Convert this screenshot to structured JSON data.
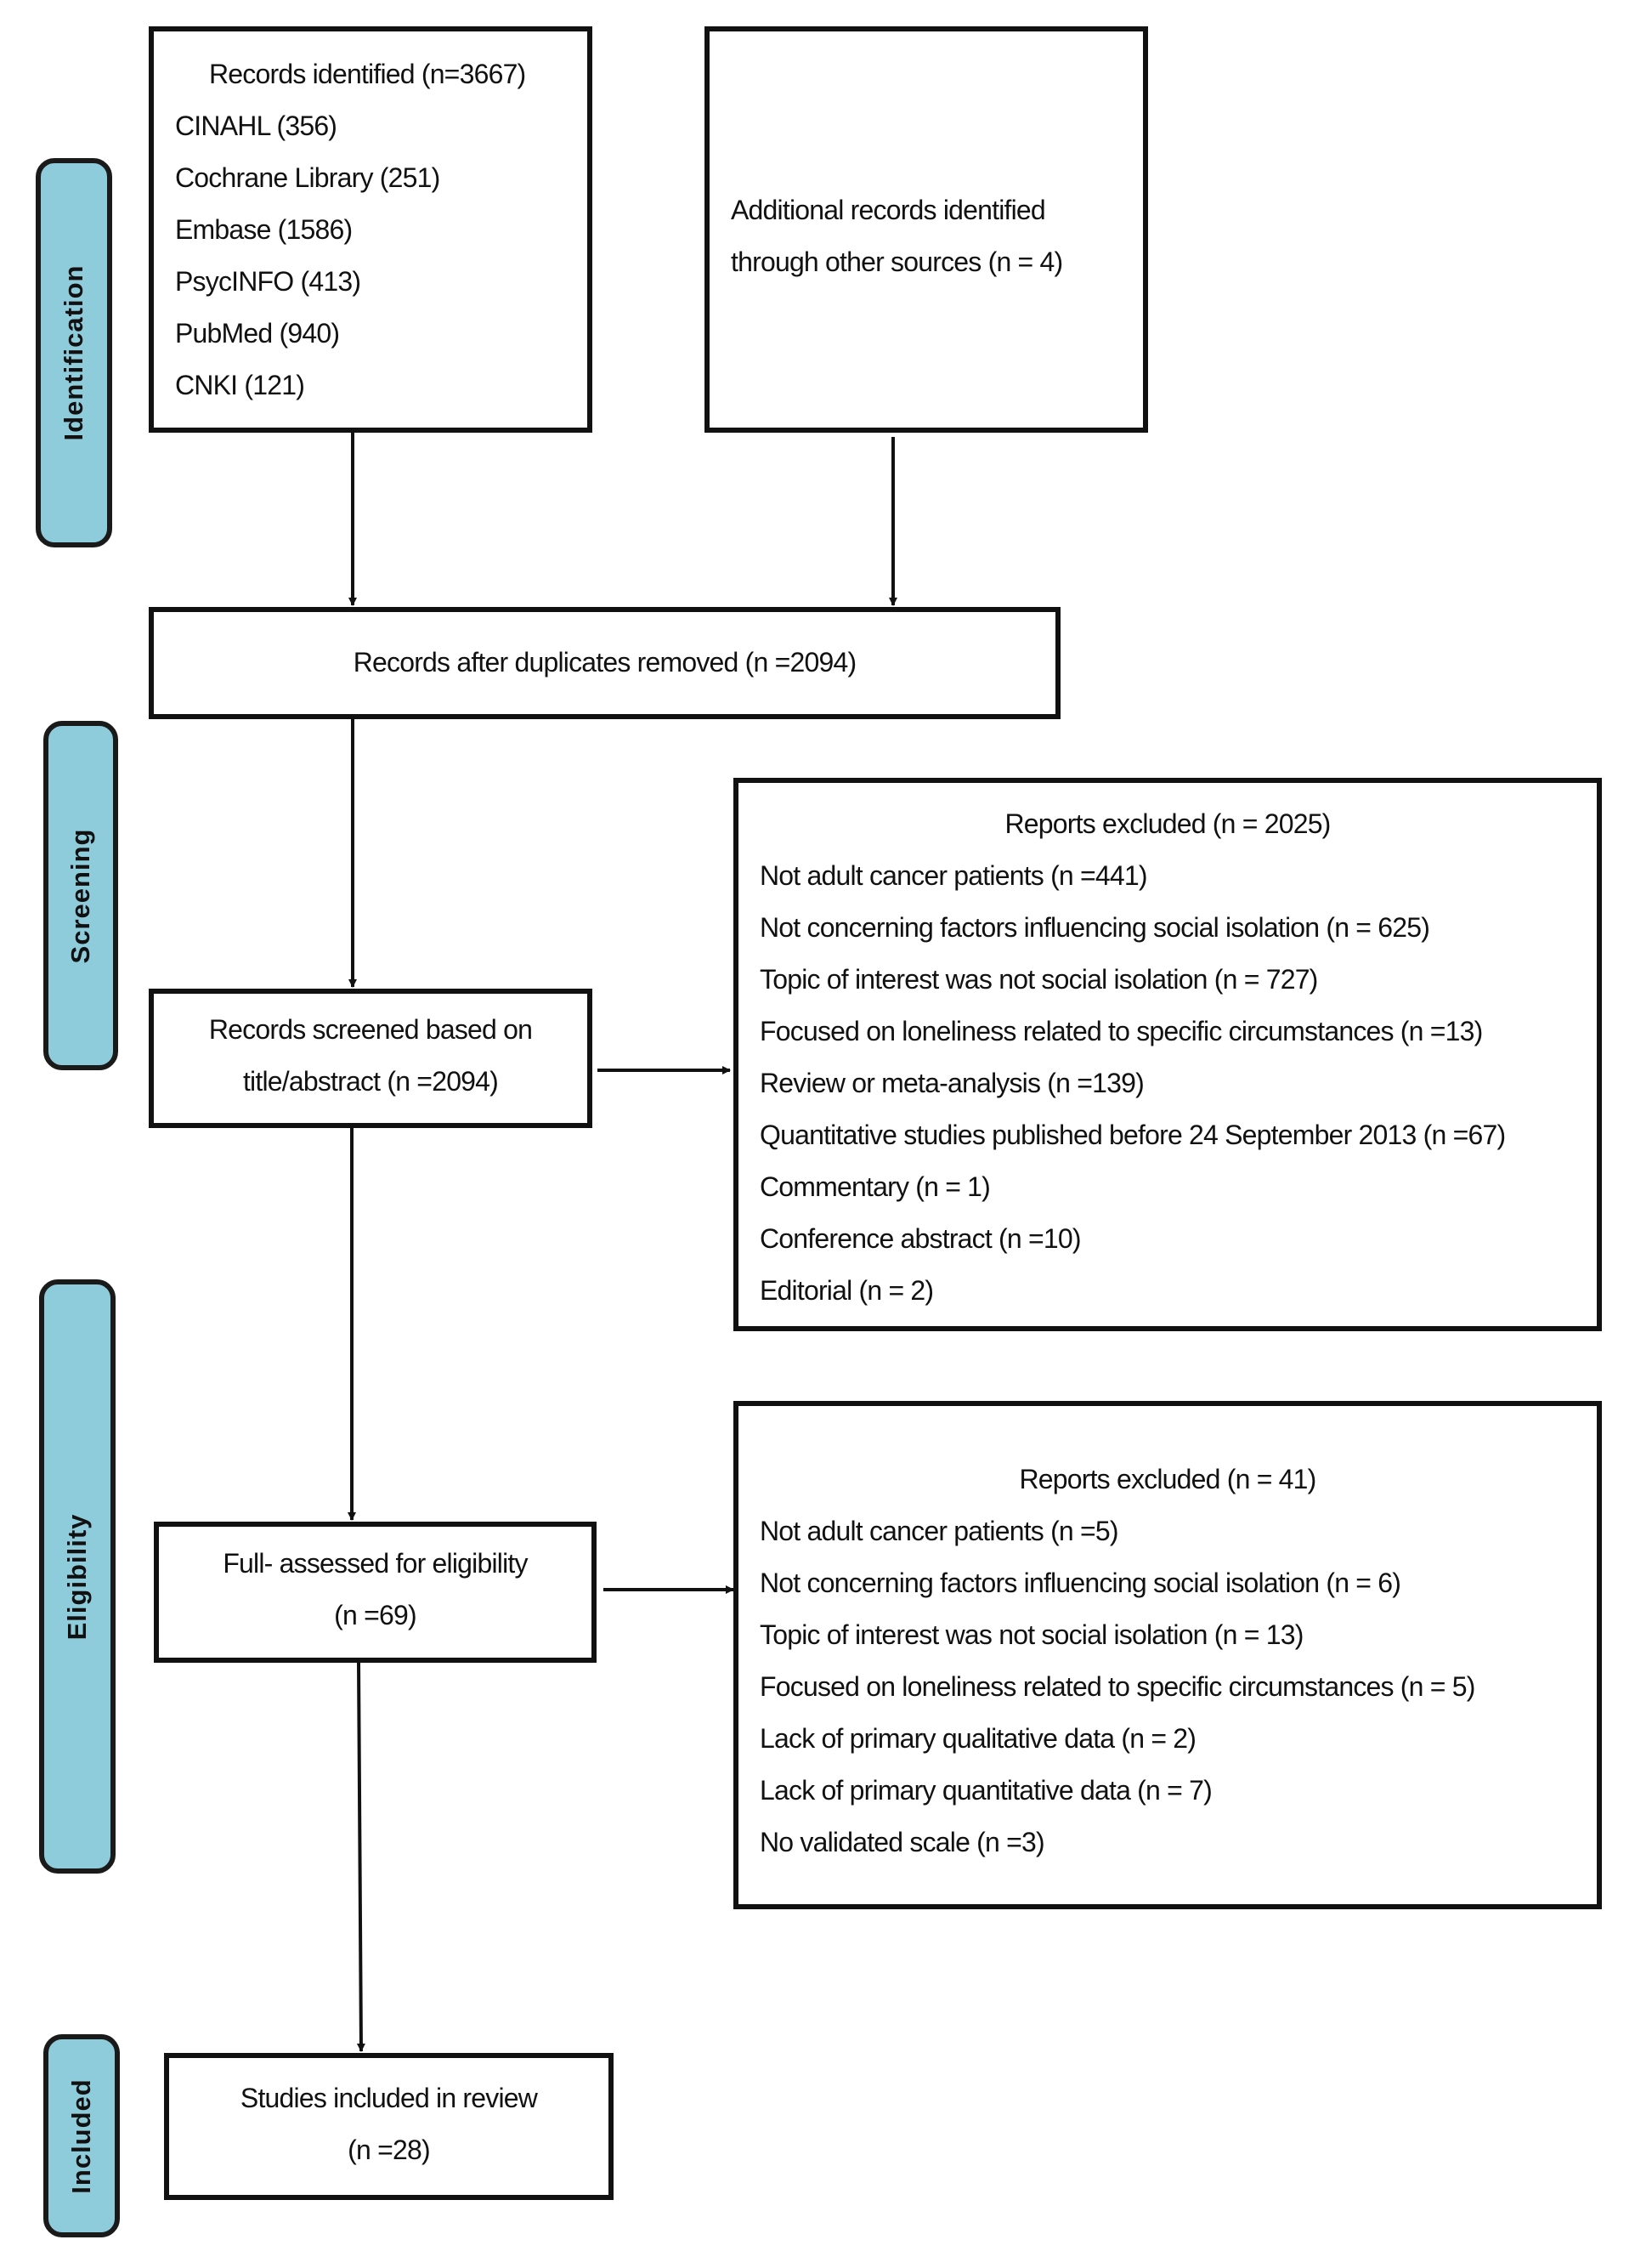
{
  "phases": {
    "identification": "Identification",
    "screening": "Screening",
    "eligibility": "Eligibility",
    "included": "Included"
  },
  "colors": {
    "phase_fill": "#8ecbdb",
    "border": "#111111"
  },
  "records_identified": {
    "title": "Records identified (n=3667)",
    "sources": [
      "CINAHL (356)",
      "Cochrane Library (251)",
      "Embase (1586)",
      "PsycINFO (413)",
      "PubMed (940)",
      "CNKI (121)"
    ]
  },
  "additional_records": {
    "lines": [
      "Additional records identified",
      "through other sources (n = 4)"
    ]
  },
  "duplicates_removed": "Records after duplicates removed (n =2094)",
  "screened": {
    "lines": [
      "Records screened based on",
      "title/abstract (n =2094)"
    ]
  },
  "excluded_screening": {
    "title": "Reports excluded (n = 2025)",
    "items": [
      "Not adult cancer patients (n =441)",
      "Not concerning factors influencing social isolation (n = 625)",
      "Topic of interest was not social isolation (n = 727)",
      "Focused on loneliness related to specific circumstances (n =13)",
      "Review or meta-analysis (n =139)",
      "Quantitative studies published before 24 September 2013 (n =67)",
      "Commentary (n = 1)",
      "Conference abstract (n =10)",
      "Editorial (n = 2)"
    ]
  },
  "eligibility": {
    "lines": [
      "Full- assessed for eligibility",
      "(n =69)"
    ]
  },
  "excluded_eligibility": {
    "title": "Reports excluded (n = 41)",
    "items": [
      "Not adult cancer patients (n =5)",
      "Not concerning factors influencing social isolation (n = 6)",
      "Topic of interest was not social isolation (n = 13)",
      "Focused on loneliness related to specific circumstances (n = 5)",
      "Lack of primary qualitative data (n = 2)",
      "Lack of primary quantitative data (n = 7)",
      "No validated scale (n =3)"
    ]
  },
  "included": {
    "lines": [
      "Studies included in review",
      "(n =28)"
    ]
  }
}
